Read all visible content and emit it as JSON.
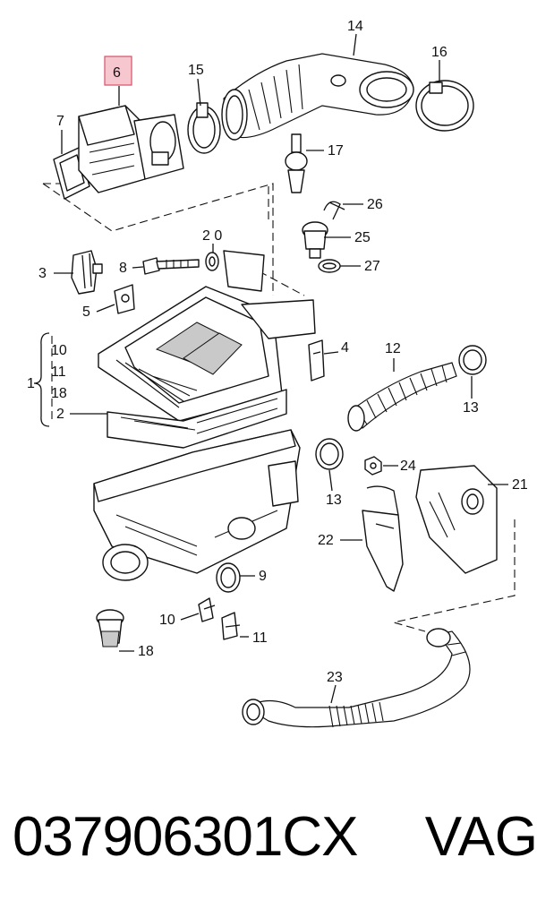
{
  "callouts": {
    "c1": "1",
    "c2": "2",
    "c3": "3",
    "c4": "4",
    "c5": "5",
    "c6": "6",
    "c7": "7",
    "c8": "8",
    "c9": "9",
    "c10a": "10",
    "c10b": "10",
    "c11a": "11",
    "c11b": "11",
    "c12": "12",
    "c13a": "13",
    "c13b": "13",
    "c14": "14",
    "c15": "15",
    "c16": "16",
    "c17": "17",
    "c18a": "18",
    "c18b": "18",
    "c20": "2 0",
    "c21": "21",
    "c22": "22",
    "c23": "23",
    "c24": "24",
    "c25": "25",
    "c26": "26",
    "c27": "27"
  },
  "highlight_color": "#f7c7cf",
  "highlight_border": "#d6506a",
  "footer": {
    "part_number": "037906301CX",
    "brand": "VAG"
  }
}
